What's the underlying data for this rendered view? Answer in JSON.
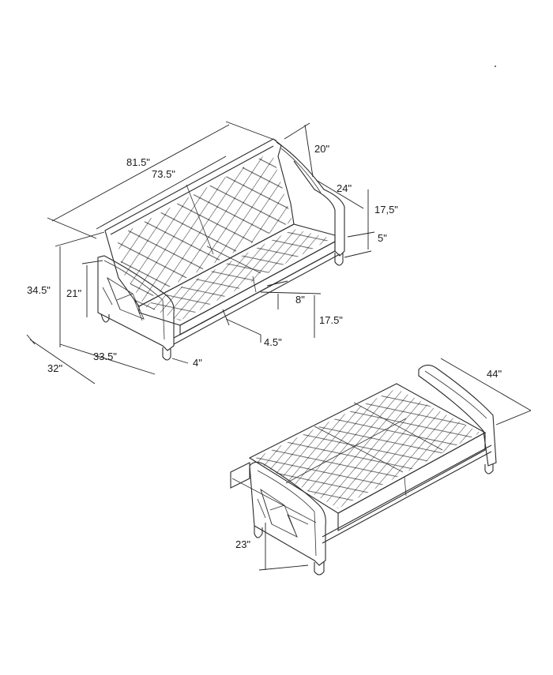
{
  "dimensions": {
    "overall_width": "81.5\"",
    "inner_width": "73.5\"",
    "back_depth": "20\"",
    "arm_depth": "24\"",
    "back_height_upper": "17,5\"",
    "leg_height": "5\"",
    "overall_height": "34.5\"",
    "arm_height": "21\"",
    "seat_thickness": "8\"",
    "seat_height": "17.5\"",
    "leg_inset": "4.5\"",
    "overall_depth": "32\"",
    "seat_depth": "33.5\"",
    "leg_size": "4\"",
    "bed_width": "44\"",
    "bed_height": "23\""
  }
}
